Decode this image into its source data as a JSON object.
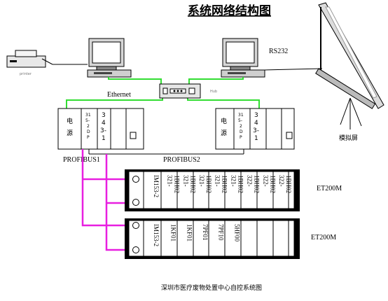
{
  "title": "系统网络结构图",
  "labels": {
    "rs232": "RS232",
    "ethernet": "Ethernet",
    "hub": "Hub",
    "printer": "printer",
    "projector": "模拟屏",
    "profibus1": "PROFIBUS1",
    "profibus2": "PROFIBUS2",
    "et200m_1": "ET200M",
    "et200m_2": "ET200M",
    "footer": "深圳市医疗废物处置中心自控系统图"
  },
  "plc": {
    "power": [
      "电",
      "源"
    ],
    "cpu": [
      "31",
      "5-",
      "2",
      "D",
      "P"
    ],
    "cp": [
      "3",
      "4",
      "3-",
      "1"
    ]
  },
  "rack1": {
    "im": "IM153-2",
    "modules": [
      "321-\n1BH02",
      "321-\n1BH02",
      "321-\n1BH02",
      "321-\n1BH02",
      "321-\n1BH02",
      "322-\n1BH02",
      "322-\n1BH02",
      "322-\n1BH02"
    ]
  },
  "rack2": {
    "im": "IM153-2",
    "modules": [
      "1KF01",
      "1KF01",
      "7PF01",
      "7PF10",
      "5HF00",
      "",
      "",
      ""
    ]
  },
  "colors": {
    "ethernet": "#33dd33",
    "profibus": "#e81fe0"
  }
}
